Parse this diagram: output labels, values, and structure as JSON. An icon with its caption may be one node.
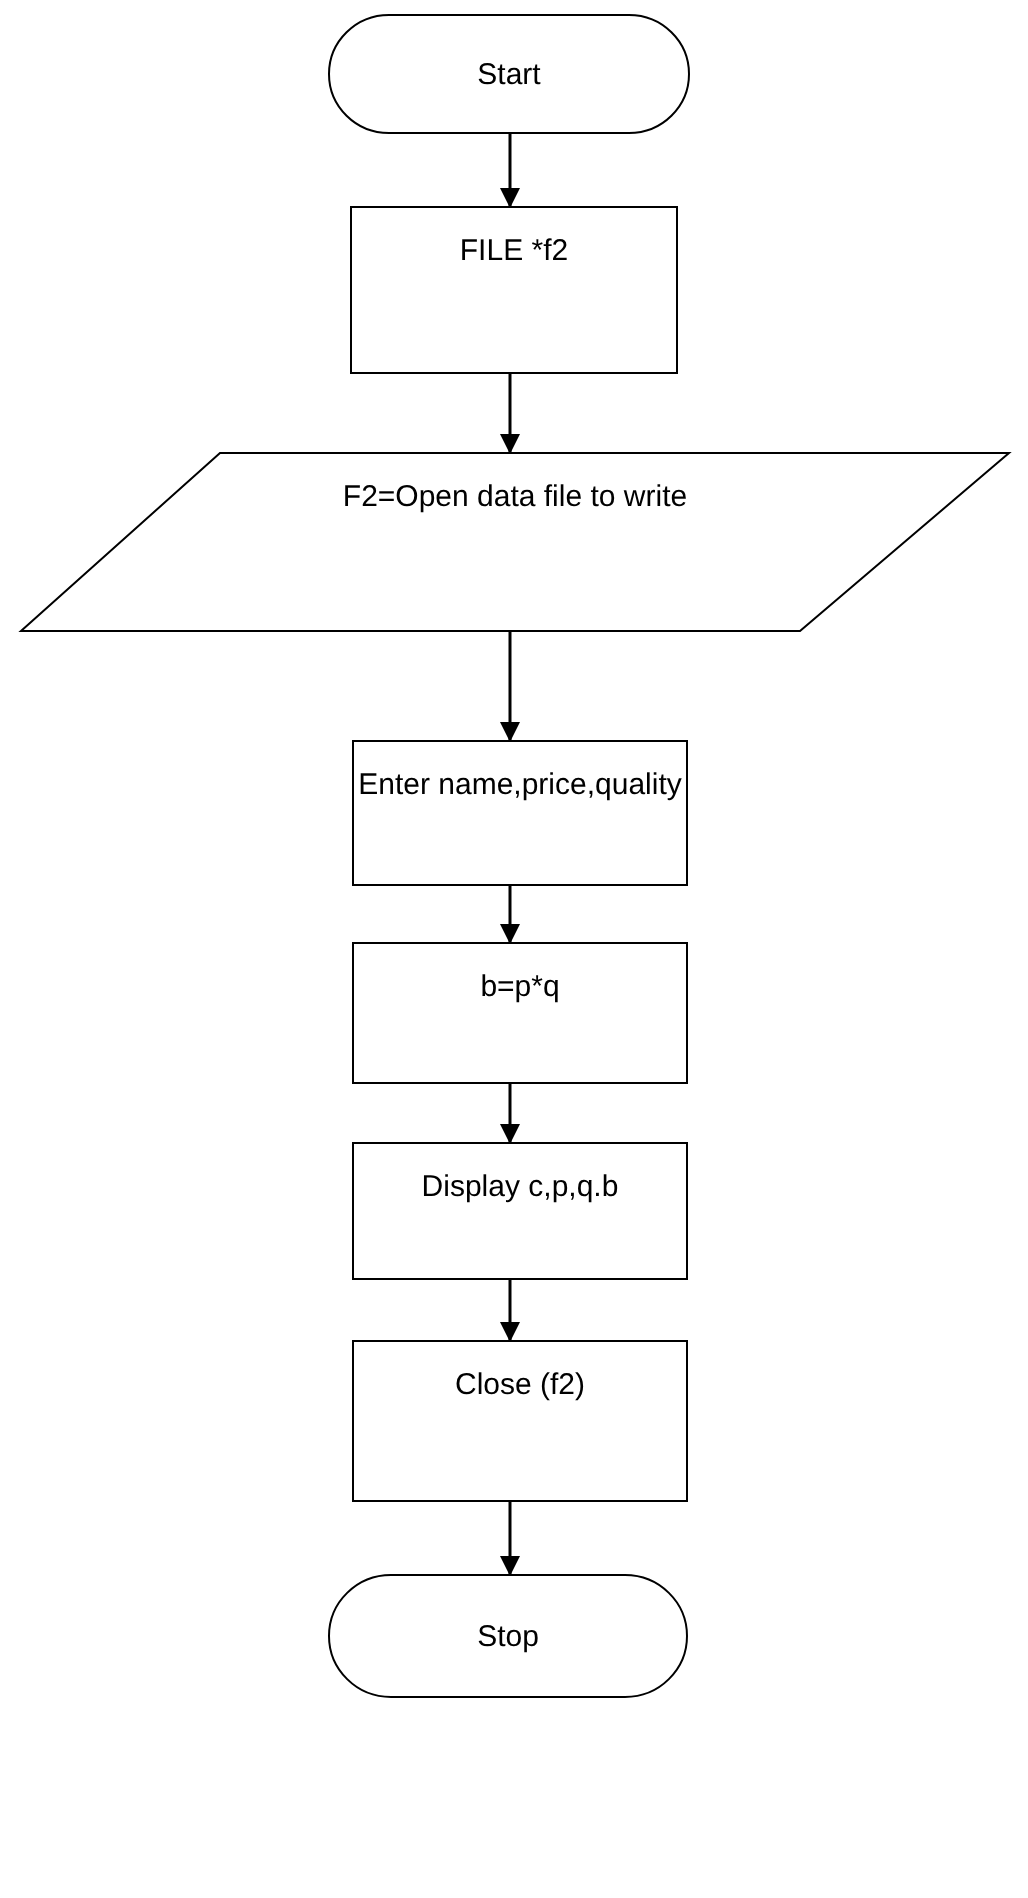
{
  "diagram": {
    "nodes": [
      {
        "text": [
          "Start"
        ]
      },
      {
        "text": [
          "FILE *f2"
        ]
      },
      {
        "text": [
          "F2=Open data file to write"
        ]
      },
      {
        "text": [
          "Enter name,price,quality"
        ]
      },
      {
        "text": [
          "b=p*q"
        ]
      },
      {
        "text": [
          "Display c,p,q.b"
        ]
      },
      {
        "text": [
          "Close (f2)"
        ]
      },
      {
        "text": [
          "Stop"
        ]
      }
    ],
    "edges": [
      {
        "from": 0,
        "to": 1,
        "arrow": "to"
      },
      {
        "from": 1,
        "to": 2,
        "arrow": "to"
      },
      {
        "from": 2,
        "to": 3,
        "arrow": "to"
      },
      {
        "from": 3,
        "to": 4,
        "arrow": "to"
      },
      {
        "from": 4,
        "to": 5,
        "arrow": "to"
      },
      {
        "from": 5,
        "to": 6,
        "arrow": "to"
      },
      {
        "from": 6,
        "to": 7,
        "arrow": "to"
      }
    ]
  }
}
